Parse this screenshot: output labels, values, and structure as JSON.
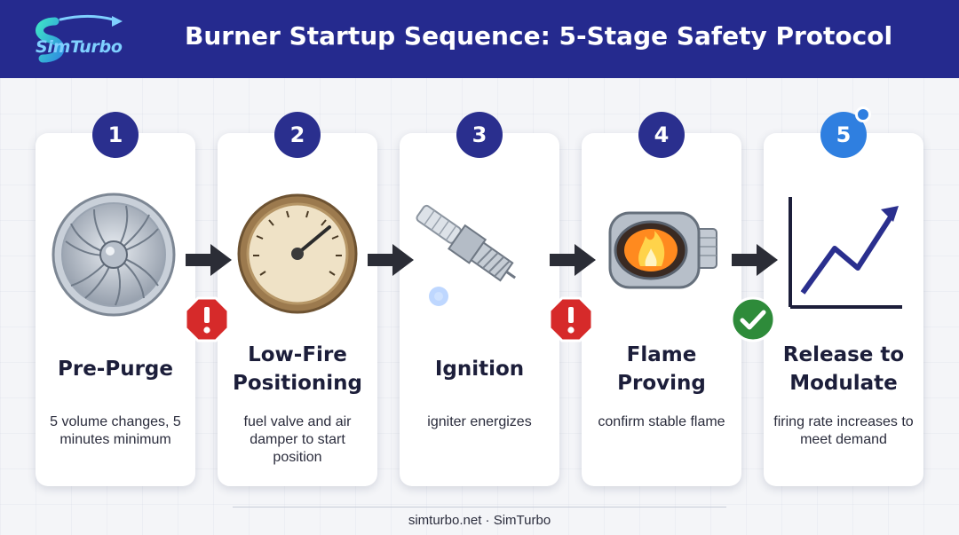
{
  "header": {
    "logo_text": "SimTurbo",
    "title": "Burner Startup Sequence: 5-Stage Safety Protocol"
  },
  "stages": [
    {
      "number": "1",
      "name": "Pre-Purge",
      "description": "5 volume changes, 5 minutes minimum",
      "icon": "turbine-fan-icon"
    },
    {
      "number": "2",
      "name": "Low-Fire Positioning",
      "description": "fuel valve and air damper to start position",
      "icon": "pressure-gauge-icon"
    },
    {
      "number": "3",
      "name": "Ignition",
      "description": "igniter energizes",
      "icon": "spark-plug-icon"
    },
    {
      "number": "4",
      "name": "Flame Proving",
      "description": "confirm stable flame",
      "icon": "flame-sight-glass-icon"
    },
    {
      "number": "5",
      "name": "Release to Modulate",
      "description": "firing rate increases to meet demand",
      "icon": "rising-trend-chart-icon"
    }
  ],
  "transitions": [
    {
      "between": "1-2",
      "marker": "warning"
    },
    {
      "between": "2-3",
      "marker": "none"
    },
    {
      "between": "3-4",
      "marker": "warning"
    },
    {
      "between": "4-5",
      "marker": "check"
    }
  ],
  "colors": {
    "header_bg": "#252a8e",
    "badge": "#2a2f8e",
    "badge_final": "#2f7fe0",
    "warning": "#d62a2a",
    "check": "#2e8b3a"
  },
  "footer": {
    "text": "simturbo.net · SimTurbo"
  }
}
